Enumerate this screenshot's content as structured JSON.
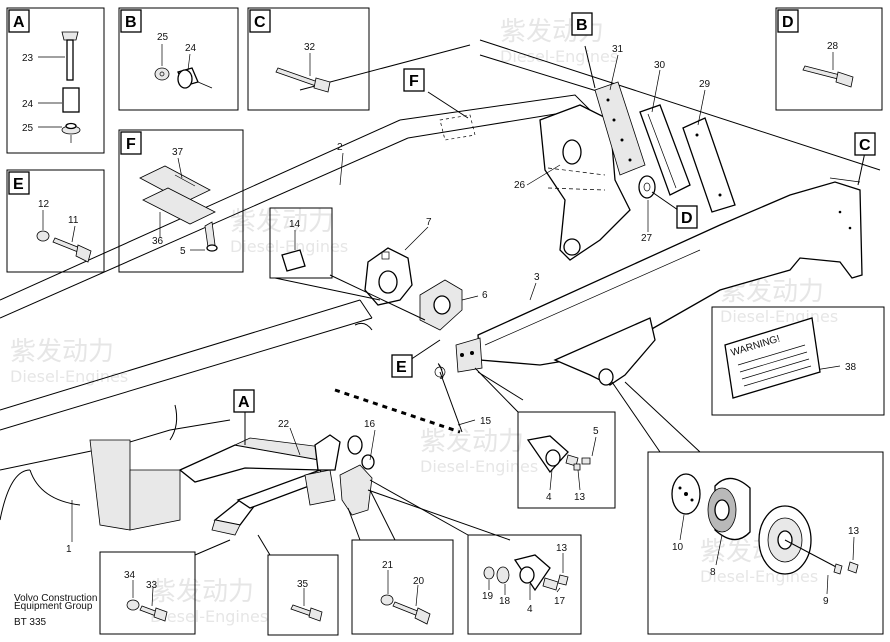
{
  "callouts": {
    "A": "A",
    "B": "B",
    "C": "C",
    "D": "D",
    "E": "E",
    "F": "F"
  },
  "parts": {
    "p1": "1",
    "p2": "2",
    "p3": "3",
    "p4": "4",
    "p4b": "4",
    "p5": "5",
    "p5b": "5",
    "p6": "6",
    "p7": "7",
    "p8": "8",
    "p9": "9",
    "p10": "10",
    "p11": "11",
    "p12": "12",
    "p13": "13",
    "p13b": "13",
    "p13c": "13",
    "p14": "14",
    "p15": "15",
    "p16": "16",
    "p17": "17",
    "p18": "18",
    "p19": "19",
    "p20": "20",
    "p21": "21",
    "p22": "22",
    "p23": "23",
    "p24": "24",
    "p24b": "24",
    "p25": "25",
    "p25b": "25",
    "p26": "26",
    "p27": "27",
    "p28": "28",
    "p29": "29",
    "p30": "30",
    "p31": "31",
    "p32": "32",
    "p33": "33",
    "p34": "34",
    "p35": "35",
    "p36": "36",
    "p37": "37",
    "p38": "38"
  },
  "warning_label": "WARNING!",
  "footer": {
    "line1": "Volvo Construction",
    "line2": "Equipment Group",
    "code": "BT 335"
  },
  "watermark": {
    "cn": "紫发动力",
    "en": "Diesel-Engines"
  }
}
